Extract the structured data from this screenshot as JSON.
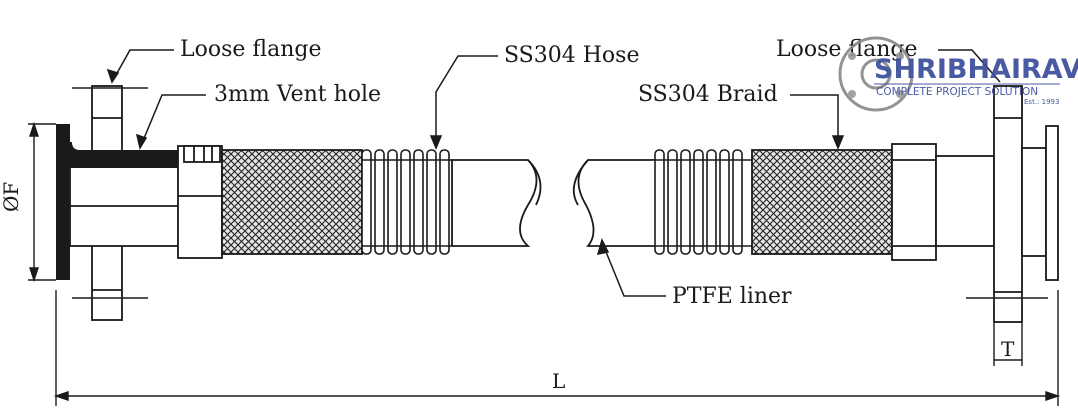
{
  "labels": {
    "loose_flange_left": "Loose flange",
    "vent_hole": "3mm Vent hole",
    "hose": "SS304 Hose",
    "loose_flange_right": "Loose flange",
    "braid": "SS304 Braid",
    "liner": "PTFE liner"
  },
  "dimensions": {
    "diameter": "ØF",
    "length": "L",
    "thickness": "T"
  },
  "logo": {
    "name": "SHRIBHAIRAV",
    "tagline": "COMPLETE PROJECT SOLUTION",
    "established": "Est.: 1993"
  },
  "colors": {
    "line": "#1a1a1a",
    "logo": "#3a4d9c",
    "braid_fill": "#e6e6e6"
  }
}
